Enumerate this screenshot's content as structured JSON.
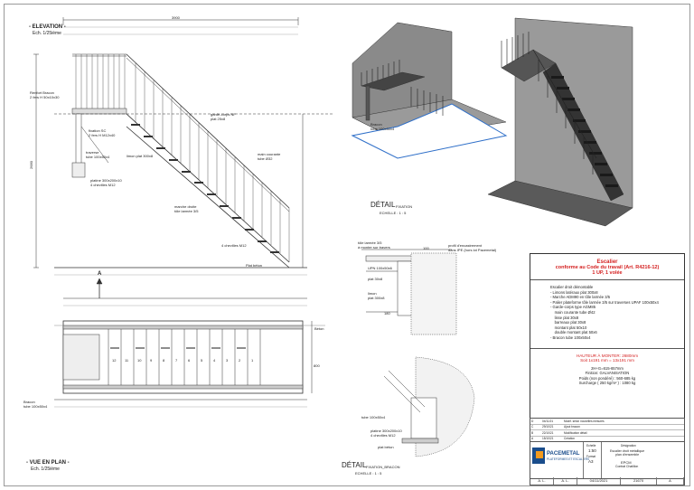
{
  "elevation": {
    "title": "- ELEVATION -",
    "scale": "Ech. 1/25ième",
    "notes": {
      "palier_brace": "Renfort Bracon\n2 fers H 50x10x30",
      "fixation": "fixation SC\n2 fers H M12x40",
      "garde_corps": "garde-corps NF\nplat 25x8",
      "lisse": "main courante\ntube Ø32",
      "traverse": "traverse\ntube 100x50x4",
      "limon": "limon plat 300x8",
      "platine": "platine 300x200x10\n4 chevilles M12",
      "marche": "marche droite\ntôle larmée 3/5",
      "chevilles": "4 chevilles M12",
      "plat_beton": "Plat béton"
    },
    "dims": {
      "total_length": "3900",
      "height": "2680"
    }
  },
  "plan": {
    "title": "- VUE EN PLAN -",
    "scale": "Ech. 1/25ième",
    "section_marker": "A",
    "step_numbers": [
      "12",
      "11",
      "10",
      "9",
      "8",
      "7",
      "6",
      "5",
      "4",
      "3",
      "2",
      "1"
    ],
    "dim_width": "800",
    "beton": "Béton",
    "brace_note": "Bracon\ntube 100x50x4"
  },
  "detail_iso_caption": {
    "title": "DÉTAIL",
    "subtitle": "FIXATION",
    "scale": "ECHELLE : 1 : 5",
    "note": "Bracon\ntube 100x50x4"
  },
  "detail_bracon_caption": {
    "title": "DÉTAIL",
    "subtitle": "FIXATION_BRACON",
    "scale": "ECHELLE : 1 : 5"
  },
  "detail_top": {
    "notes": [
      "tôle larmée 3/5\nà monter sur travers",
      "profil d'encastrement\ndans IPE (hors lot Pacemetal)",
      "UPN 100x50x6",
      "plat 30x8",
      "limon\nplat 300x8"
    ],
    "dims": [
      "100",
      "180"
    ]
  },
  "detail_bottom": {
    "notes": [
      "tube 100x50x4",
      "platine 300x200x10\n4 chevilles M12",
      "plat béton"
    ]
  },
  "title_block": {
    "headline": [
      "Escalier",
      "conforme au Code du travail (Art. R4216-12)",
      "1 UP, 1 volée"
    ],
    "spec_lines": [
      "Escalier droit démontable",
      "- Limons latéraux plat 300x8",
      "- Marche ADM90 en tôle larmée 3/5",
      "- Palier plateforme tôle larmée 3/5 sur traverses UPAF 100x50x4",
      "- Garde-corps type AGM85",
      "    main courante tube Ø42",
      "    lisse plat 30x8",
      "    barreaux plat 30x8",
      "    montant plat 50x10",
      "    double montant plat 50x6",
      "- Bracon tube 100x50x4"
    ],
    "hauteur": [
      "HAUTEUR À MONTER: 2680mm",
      "Soit 1x191 mm = 13x191 mm"
    ],
    "info": [
      "2H+G=615-657mm",
      "Finition: GALVANISATION",
      "Poids (non pondéré) : 560-685 kg",
      "Surcharge ( 250 kg/m² ) : 1080 kg"
    ],
    "revisions": [
      [
        "D",
        "04/11/21",
        "Modif. selon nouvelles mesures"
      ],
      [
        "C",
        "29/10/21",
        "Ajout bracon"
      ],
      [
        "B",
        "22/10/21",
        "Modification détail"
      ],
      [
        "A",
        "15/10/21",
        "Création"
      ]
    ],
    "company": "PACEMETAL",
    "company_sub": "PLATEFORMES ET ESCALIERS",
    "scale_label": "Echelle",
    "scale_value": "1:50",
    "format_label": "Format",
    "format_value": "A3",
    "project_label": "Désignation",
    "project_value": "Escalier droit métallique\nplan d'ensemble",
    "client": "EPCM",
    "client_sub": "Contrat Chatillon",
    "footer": [
      "A. L.",
      "A. L.",
      "04/11/2021",
      "21670",
      "A"
    ]
  },
  "colors": {
    "line": "#333333",
    "accent_red": "#d42020",
    "blue": "#2d6ec8",
    "wall_grey": "#8a8a8a",
    "floor_grey": "#5a5a5a"
  }
}
